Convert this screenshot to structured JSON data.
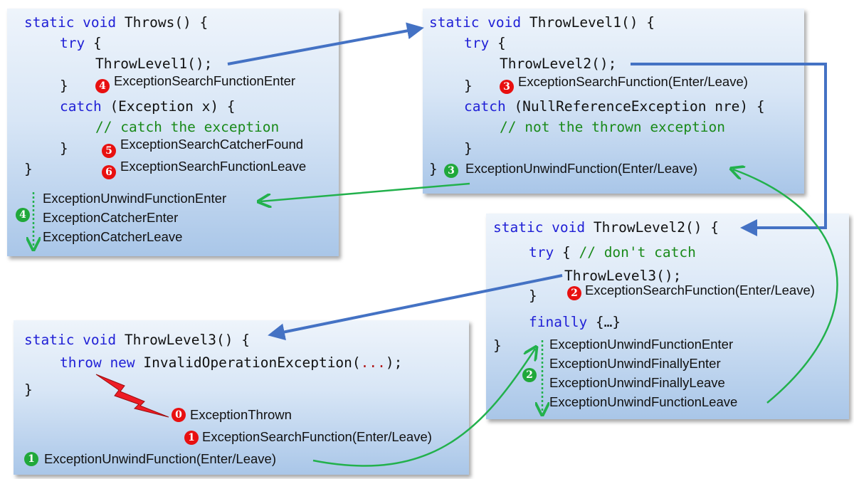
{
  "colors": {
    "keyword": "#1f1fd6",
    "comment": "#1a8a1a",
    "call_arrow": "#4472c4",
    "unwind_arrow": "#22b14c",
    "red_badge": "#e81010",
    "green_badge": "#20a83a"
  },
  "throws_box": {
    "l1_kw": "static void",
    "l1_rest": " Throws() {",
    "l2_kw": "try",
    "l2_rest": " {",
    "l3": "ThrowLevel1();",
    "l4": "}",
    "l5_kw": "catch",
    "l5_rest": " (Exception x) {",
    "l6_comment": "// catch the exception",
    "l7": "}",
    "l8": "}",
    "e4_badge": "4",
    "e4": "ExceptionSearchFunctionEnter",
    "e5_badge": "5",
    "e5": "ExceptionSearchCatcherFound",
    "e6_badge": "6",
    "e6": "ExceptionSearchFunctionLeave",
    "u4_badge": "4",
    "u1": "ExceptionUnwindFunctionEnter",
    "u2": "ExceptionCatcherEnter",
    "u3": "ExceptionCatcherLeave"
  },
  "level1_box": {
    "l1_kw": "static void",
    "l1_rest": " ThrowLevel1() {",
    "l2_kw": "try",
    "l2_rest": " {",
    "l3": "ThrowLevel2();",
    "l4": "}",
    "l5_kw": "catch",
    "l5_rest": " (NullReferenceException nre) {",
    "l6_comment": "// not the thrown exception",
    "l7": "}",
    "l8": "}",
    "e3_badge": "3",
    "e3": "ExceptionSearchFunction(Enter/Leave)",
    "u3_badge": "3",
    "u3": "ExceptionUnwindFunction(Enter/Leave)"
  },
  "level2_box": {
    "l1_kw": "static void",
    "l1_rest": " ThrowLevel2() {",
    "l2_kw": "try",
    "l2_rest": " { ",
    "l2_comment": "// don't catch",
    "l3": "ThrowLevel3();",
    "l4": "}",
    "l5_kw": "finally",
    "l5_rest": " {…}",
    "l6": "}",
    "e2_badge": "2",
    "e2": "ExceptionSearchFunction(Enter/Leave)",
    "u2_badge": "2",
    "u1": "ExceptionUnwindFunctionEnter",
    "u2": "ExceptionUnwindFinallyEnter",
    "u3": "ExceptionUnwindFinallyLeave",
    "u4": "ExceptionUnwindFunctionLeave"
  },
  "level3_box": {
    "l1_kw": "static void",
    "l1_rest": " ThrowLevel3() {",
    "l2_kw": "throw new",
    "l2_rest": " InvalidOperationException(",
    "l2_dots": "...",
    "l2_end": ");",
    "l3": "}",
    "e0_badge": "0",
    "e0": "ExceptionThrown",
    "e1_badge": "1",
    "e1": "ExceptionSearchFunction(Enter/Leave)",
    "u1_badge": "1",
    "u1": "ExceptionUnwindFunction(Enter/Leave)"
  }
}
